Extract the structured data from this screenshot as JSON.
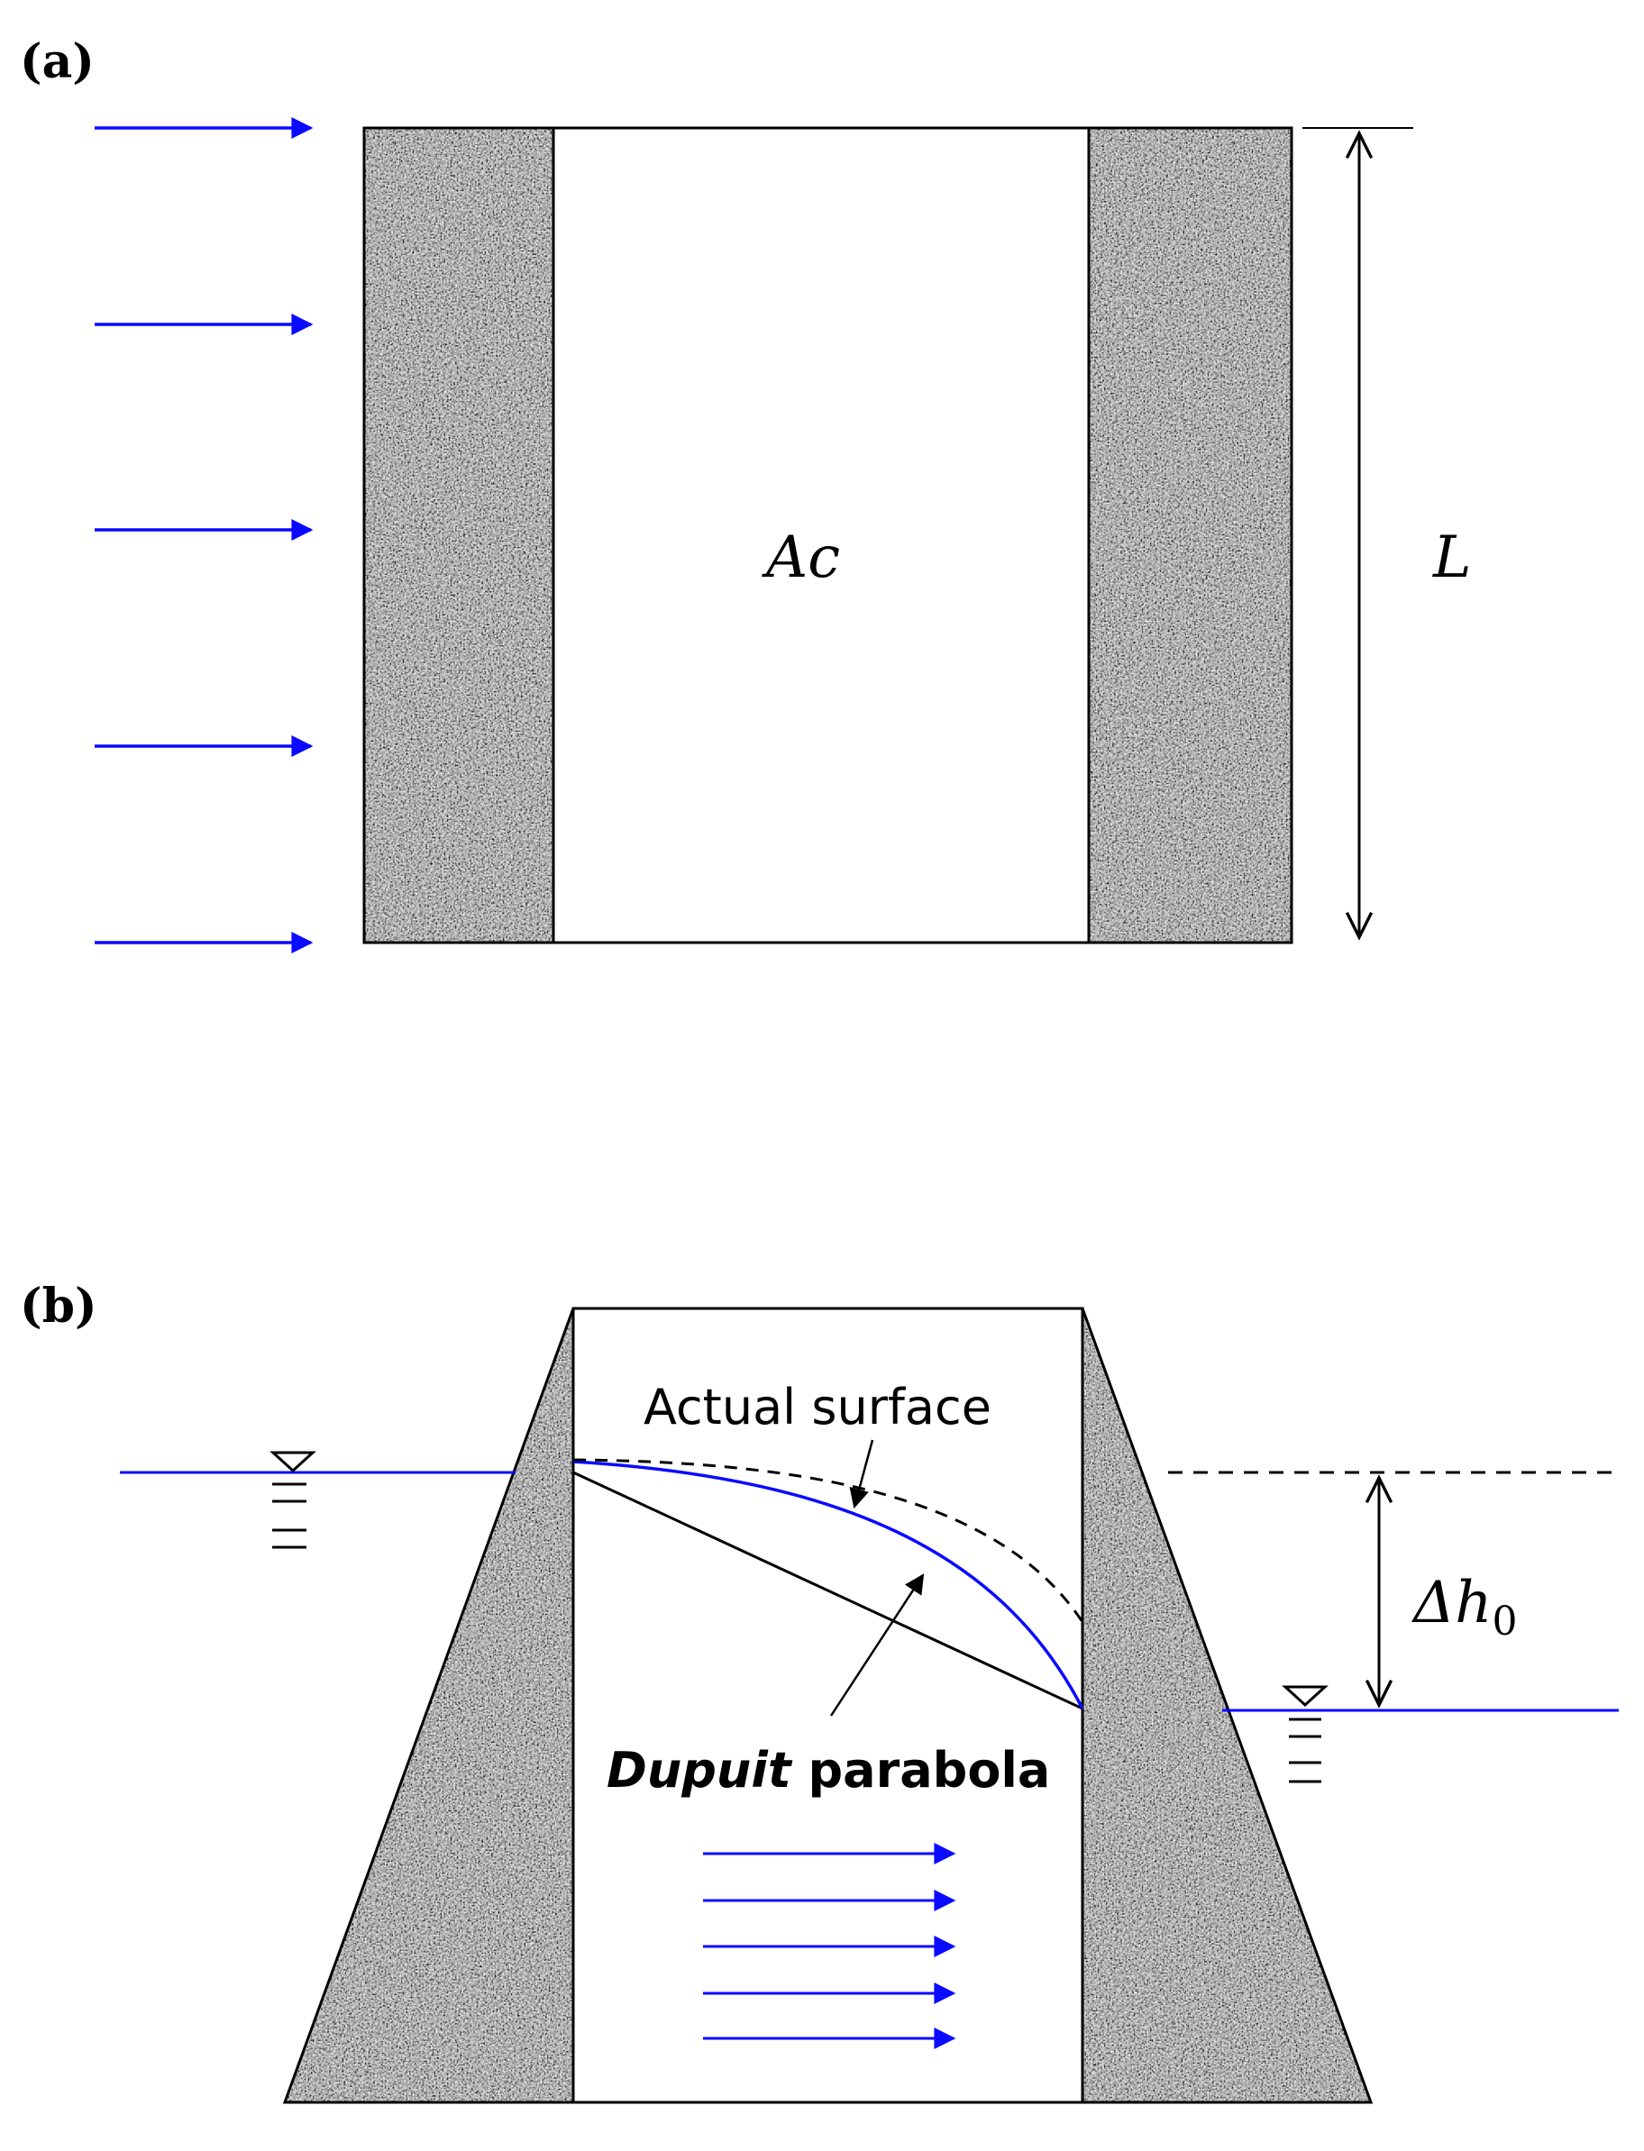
{
  "panel_a": {
    "label": "(a)",
    "center_label": "Ac",
    "length_label": "L"
  },
  "panel_b": {
    "label": "(b)",
    "actual_surface_label": "Actual surface",
    "dupuit_italic": "Dupuit",
    "dupuit_rest": " parabola",
    "head_diff_label": "Δh",
    "head_diff_subscript": "0"
  },
  "colors": {
    "flow_arrow": "#0a0aff",
    "outline": "#000000",
    "granular_fill": "granite-speckle"
  },
  "icons": [
    "water-level-triangle-icon",
    "flow-arrow-icon"
  ]
}
